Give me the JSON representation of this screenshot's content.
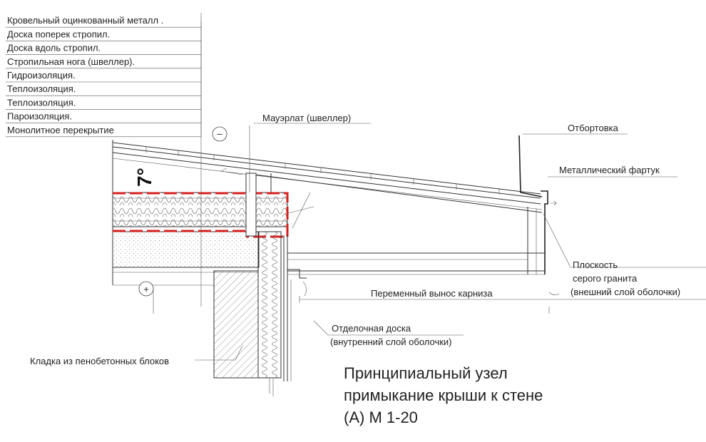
{
  "layers": [
    "Кровельный оцинкованный металл .",
    "Доска поперек стропил.",
    "Доска вдоль стропил.",
    "Стропильная нога (швеллер).",
    "Гидроизоляция.",
    "Теплоизоляция.",
    "Теплоизоляция.",
    "Пароизоляция.",
    "Монолитное перекрытие"
  ],
  "labels": {
    "mauerlat": "Мауэрлат (швеллер)",
    "flange": "Отбортовка",
    "apron": "Металлический фартук",
    "granite_1": "Плоскость",
    "granite_2": "серого гранита",
    "granite_3": "(внешний слой оболочки)",
    "overhang": "Переменный вынос карниза",
    "board_1": "Отделочная доска",
    "board_2": "(внутренний слой оболочки)",
    "masonry": "Кладка из пенобетонных блоков",
    "slope": "7°",
    "minus": "–",
    "plus": "+"
  },
  "title": {
    "line1": "Принципиальный узел",
    "line2": "примыкание крыши к стене",
    "line3": "(А) М 1-20"
  },
  "colors": {
    "accent_red": "#d61f1f",
    "line": "#333333"
  }
}
